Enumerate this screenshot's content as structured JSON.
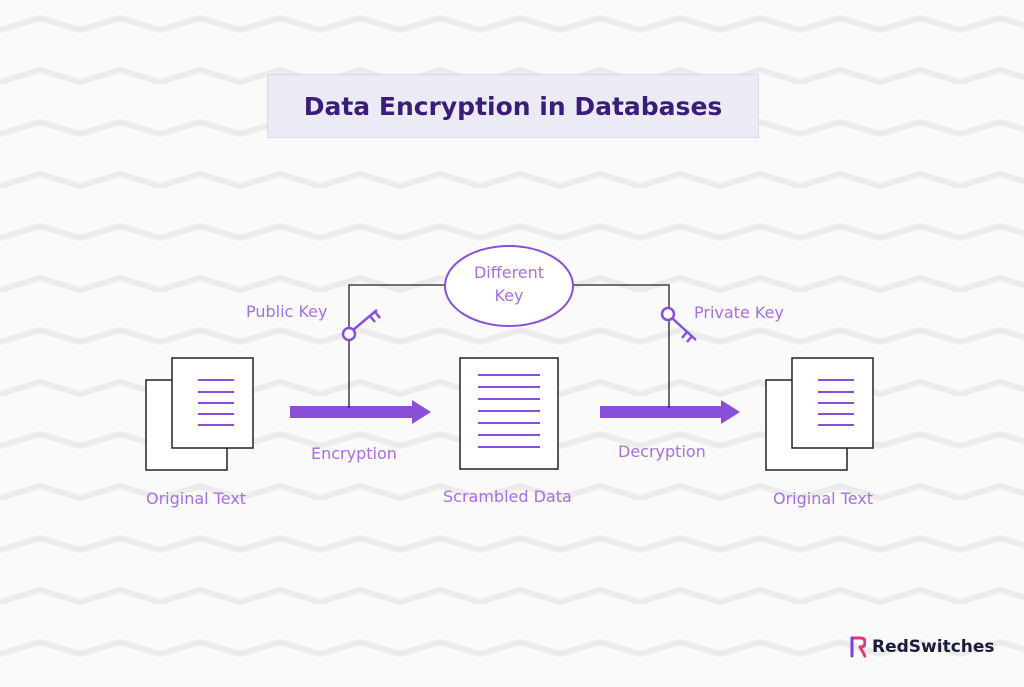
{
  "title": "Data Encryption in Databases",
  "nodes": {
    "different_key": [
      "Different",
      "Key"
    ],
    "public_key": "Public Key",
    "private_key": "Private Key",
    "encryption": "Encryption",
    "decryption": "Decryption",
    "original_text_left": "Original Text",
    "scrambled_data": "Scrambled Data",
    "original_text_right": "Original Text"
  },
  "brand": {
    "name": "RedSwitches"
  },
  "colors": {
    "accent": "#8a4fd8",
    "label": "#a86fe0",
    "title": "#3a1d7a",
    "title_bg": "#eceaf5",
    "line": "#222222",
    "brand_pink": "#e8327c",
    "brand_purple": "#7b3fe4"
  },
  "icons": [
    "document-icon",
    "key-icon",
    "arrow-icon",
    "redswitches-logo-icon"
  ]
}
